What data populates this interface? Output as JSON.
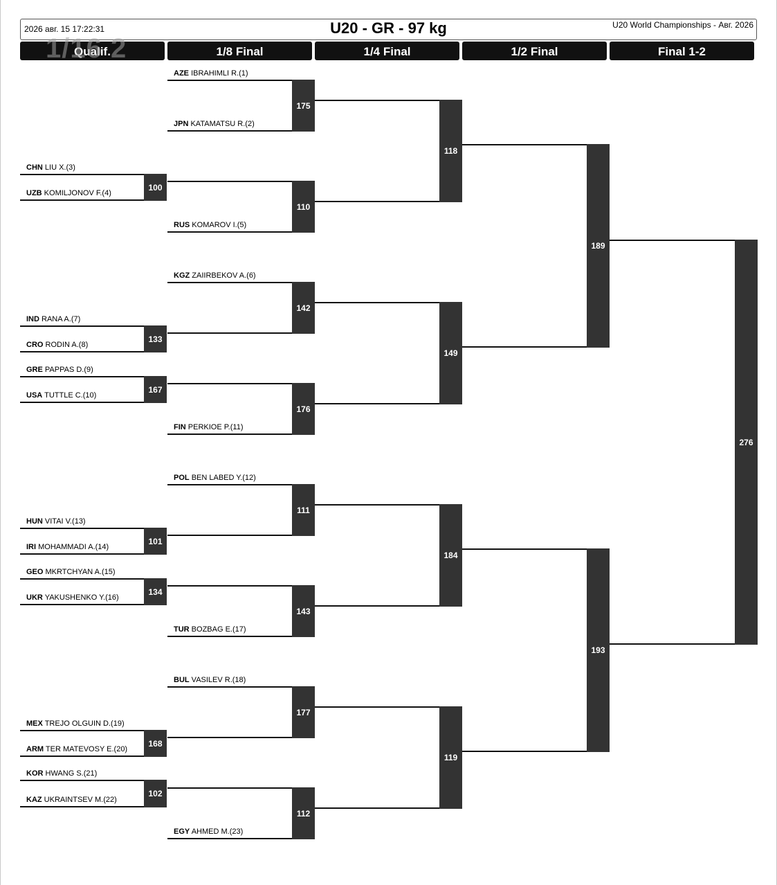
{
  "header": {
    "datetime": "2026 авг. 15 17:22:31",
    "title": "U20 - GR - 97 kg",
    "event": "U20 World Championships - Авг. 2026"
  },
  "rounds": [
    "Qualif.",
    "1/8 Final",
    "1/4 Final",
    "1/2 Final",
    "Final 1-2"
  ],
  "ghost_text": "1/16 2",
  "athletes": [
    {
      "nat": "AZE",
      "name": "IBRAHIMLI R.(1)"
    },
    {
      "nat": "JPN",
      "name": "KATAMATSU R.(2)"
    },
    {
      "nat": "CHN",
      "name": "LIU X.(3)"
    },
    {
      "nat": "UZB",
      "name": "KOMILJONOV F.(4)"
    },
    {
      "nat": "RUS",
      "name": "KOMAROV I.(5)"
    },
    {
      "nat": "KGZ",
      "name": "ZAIIRBEKOV A.(6)"
    },
    {
      "nat": "IND",
      "name": "RANA A.(7)"
    },
    {
      "nat": "CRO",
      "name": "RODIN A.(8)"
    },
    {
      "nat": "GRE",
      "name": "PAPPAS D.(9)"
    },
    {
      "nat": "USA",
      "name": "TUTTLE C.(10)"
    },
    {
      "nat": "FIN",
      "name": "PERKIOE P.(11)"
    },
    {
      "nat": "POL",
      "name": "BEN LABED Y.(12)"
    },
    {
      "nat": "HUN",
      "name": "VITAI V.(13)"
    },
    {
      "nat": "IRI",
      "name": "MOHAMMADI A.(14)"
    },
    {
      "nat": "GEO",
      "name": "MKRTCHYAN A.(15)"
    },
    {
      "nat": "UKR",
      "name": "YAKUSHENKO Y.(16)"
    },
    {
      "nat": "TUR",
      "name": "BOZBAG E.(17)"
    },
    {
      "nat": "BUL",
      "name": "VASILEV R.(18)"
    },
    {
      "nat": "MEX",
      "name": "TREJO OLGUIN D.(19)"
    },
    {
      "nat": "ARM",
      "name": "TER MATEVOSY E.(20)"
    },
    {
      "nat": "KOR",
      "name": "HWANG S.(21)"
    },
    {
      "nat": "KAZ",
      "name": "UKRAINTSEV M.(22)"
    },
    {
      "nat": "EGY",
      "name": "AHMED M.(23)"
    }
  ],
  "bouts": {
    "qualif": [
      "100",
      "133",
      "167",
      "101",
      "134",
      "168",
      "102"
    ],
    "r16": [
      "175",
      "110",
      "142",
      "176",
      "111",
      "143",
      "177",
      "112"
    ],
    "qf": [
      "118",
      "149",
      "184",
      "119"
    ],
    "sf": [
      "189",
      "193"
    ],
    "final": [
      "276"
    ]
  }
}
